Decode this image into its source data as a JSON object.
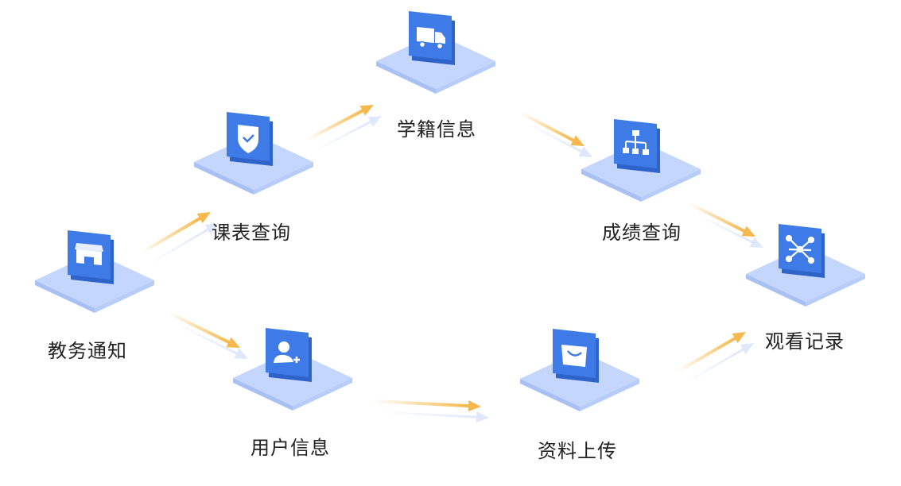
{
  "nodes": {
    "jiaowu": {
      "label": "教务通知",
      "icon": "storefront-icon"
    },
    "kebiao": {
      "label": "课表查询",
      "icon": "shield-check-icon"
    },
    "xueji": {
      "label": "学籍信息",
      "icon": "truck-icon"
    },
    "chengji": {
      "label": "成绩查询",
      "icon": "org-chart-icon"
    },
    "guankan": {
      "label": "观看记录",
      "icon": "network-icon"
    },
    "yonghu": {
      "label": "用户信息",
      "icon": "user-add-icon"
    },
    "ziliao": {
      "label": "资料上传",
      "icon": "shopping-bag-icon"
    }
  },
  "edges": [
    [
      "jiaowu",
      "kebiao"
    ],
    [
      "kebiao",
      "xueji"
    ],
    [
      "xueji",
      "chengji"
    ],
    [
      "chengji",
      "guankan"
    ],
    [
      "jiaowu",
      "yonghu"
    ],
    [
      "yonghu",
      "ziliao"
    ],
    [
      "ziliao",
      "guankan"
    ]
  ],
  "colors": {
    "icon": "#3e7be6",
    "platform": "#c4d6fb",
    "arrow": "#f5b84c",
    "arrow_shadow": "#dfe8fb"
  }
}
